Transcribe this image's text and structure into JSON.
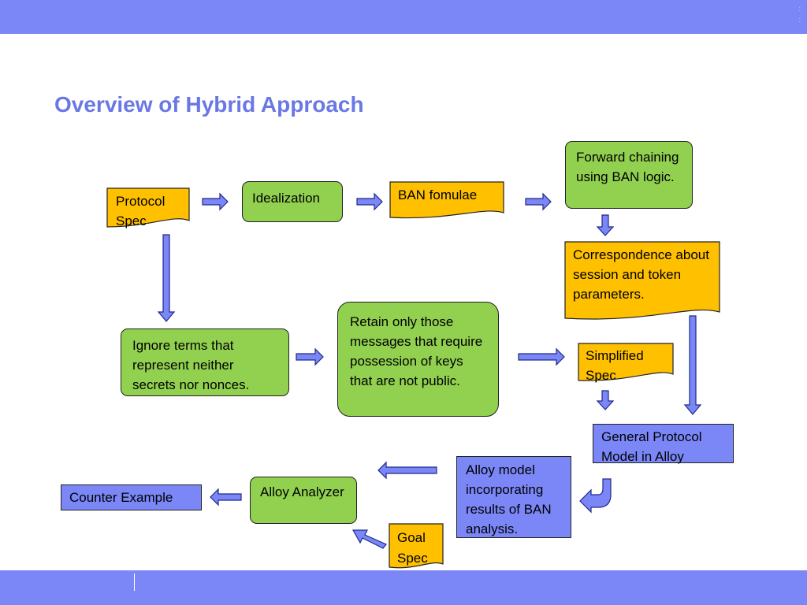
{
  "slide": {
    "title": "Overview of Hybrid Approach"
  },
  "colors": {
    "header_bar": "#7b87f7",
    "title": "#6a78e6",
    "process_green": "#92d050",
    "document_orange": "#ffc000",
    "result_blue": "#7b87f7",
    "arrow_fill": "#7b87f7"
  },
  "nodes": {
    "protocol_spec": "Protocol Spec",
    "idealization": "Idealization",
    "ban_formulae": "BAN fomulae",
    "forward_chaining": "Forward chaining using BAN logic.",
    "correspondence": "Correspondence about session and token parameters.",
    "ignore_terms": "Ignore terms that represent neither secrets nor nonces.",
    "retain_messages": "Retain only those messages that require possession of keys that are not public.",
    "simplified_spec": "Simplified Spec",
    "general_model": "General Protocol Model in Alloy",
    "alloy_model": "Alloy model incorporating results of BAN analysis.",
    "alloy_analyzer": "Alloy Analyzer",
    "counter_example": "Counter Example",
    "goal_spec": "Goal Spec"
  }
}
